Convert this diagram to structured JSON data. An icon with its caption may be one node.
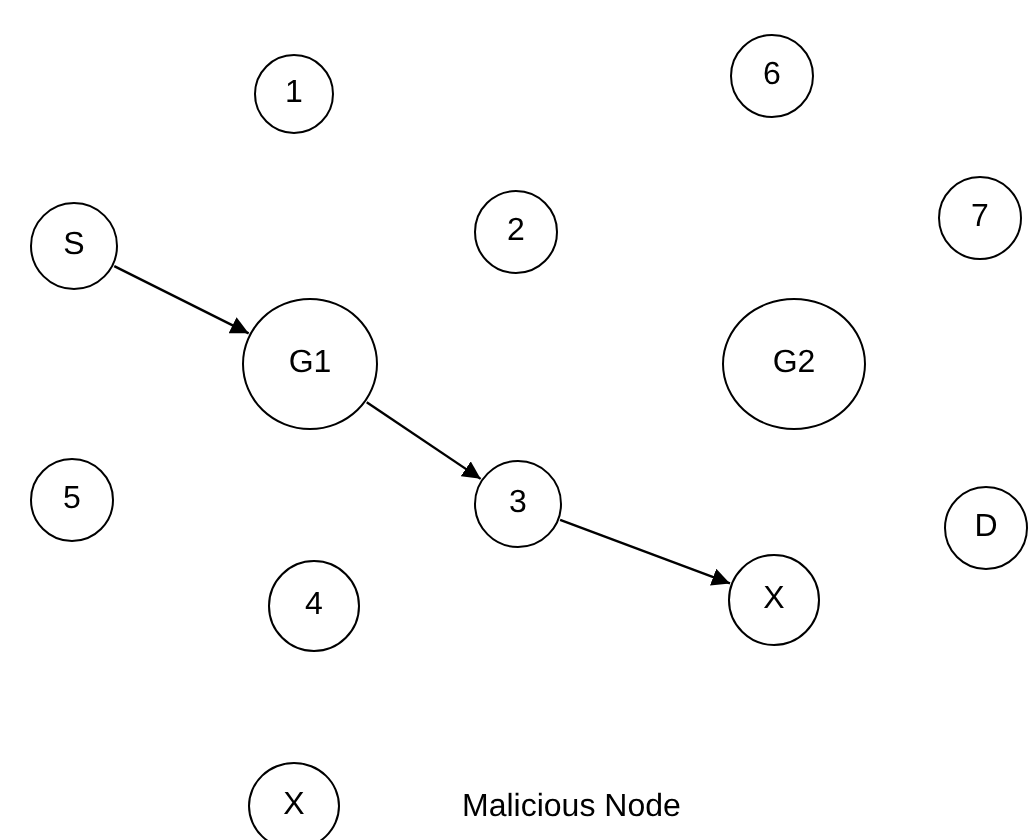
{
  "diagram": {
    "nodes": [
      {
        "text": [
          "1"
        ]
      },
      {
        "text": [
          "6"
        ]
      },
      {
        "text": [
          "S"
        ]
      },
      {
        "text": [
          "2"
        ]
      },
      {
        "text": [
          "7"
        ]
      },
      {
        "text": [
          "G1"
        ]
      },
      {
        "text": [
          "G2"
        ]
      },
      {
        "text": [
          "5"
        ]
      },
      {
        "text": [
          "3"
        ]
      },
      {
        "text": [
          "D"
        ]
      },
      {
        "text": [
          "4"
        ]
      },
      {
        "text": [
          "X"
        ]
      },
      {
        "text": [
          "X"
        ],
        "beside": [
          "Malicious Node"
        ]
      }
    ],
    "edges": [
      {
        "from": 2,
        "to": 5,
        "arrow": "to"
      },
      {
        "from": 5,
        "to": 8,
        "arrow": "to"
      },
      {
        "from": 8,
        "to": 11,
        "arrow": "to"
      }
    ]
  }
}
